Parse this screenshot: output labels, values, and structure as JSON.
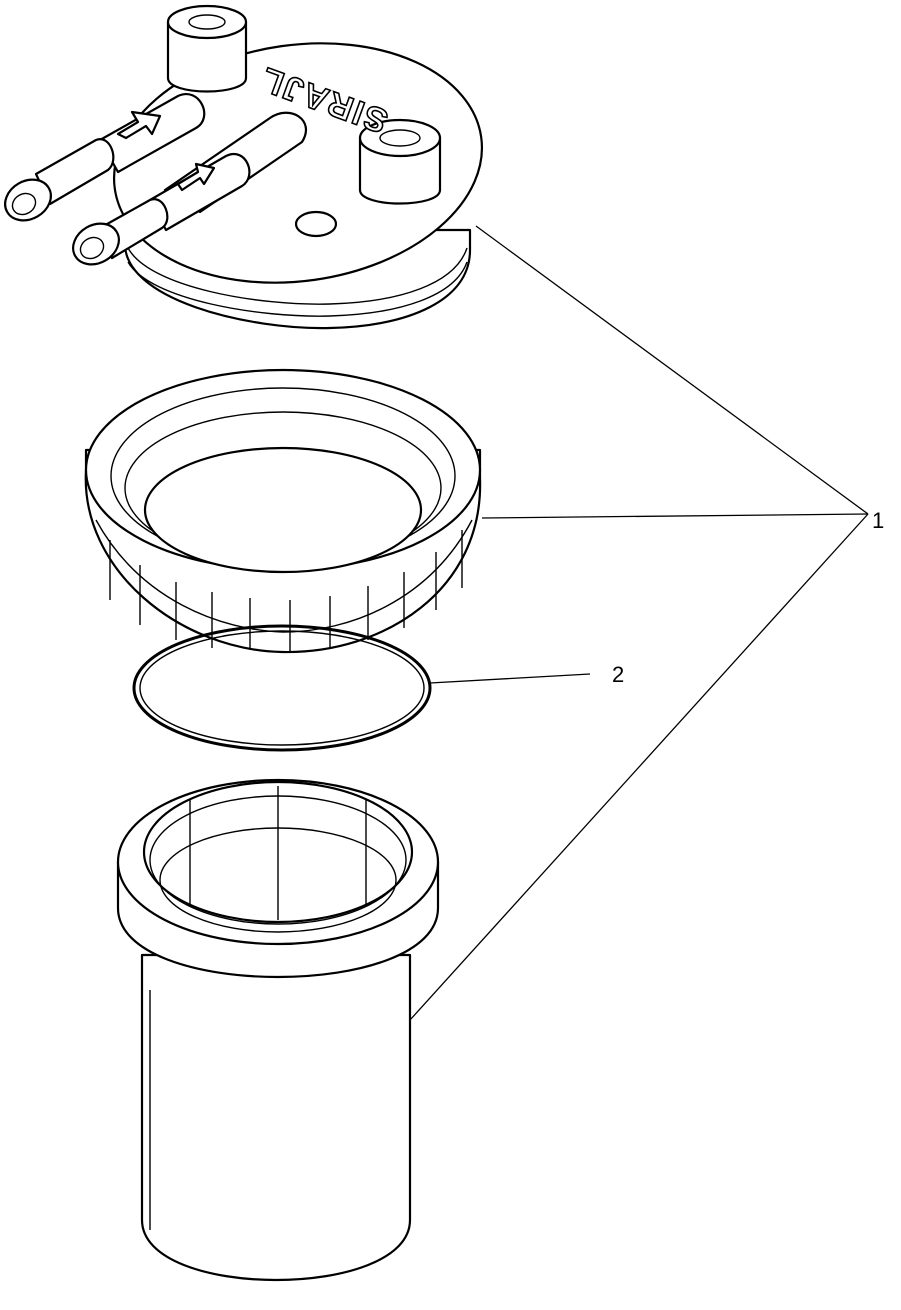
{
  "diagram": {
    "callouts": [
      {
        "id": "1",
        "label": "1"
      },
      {
        "id": "2",
        "label": "2"
      }
    ],
    "logo_text": "SIRAJL",
    "line_color": "#000000",
    "background_color": "#ffffff"
  }
}
